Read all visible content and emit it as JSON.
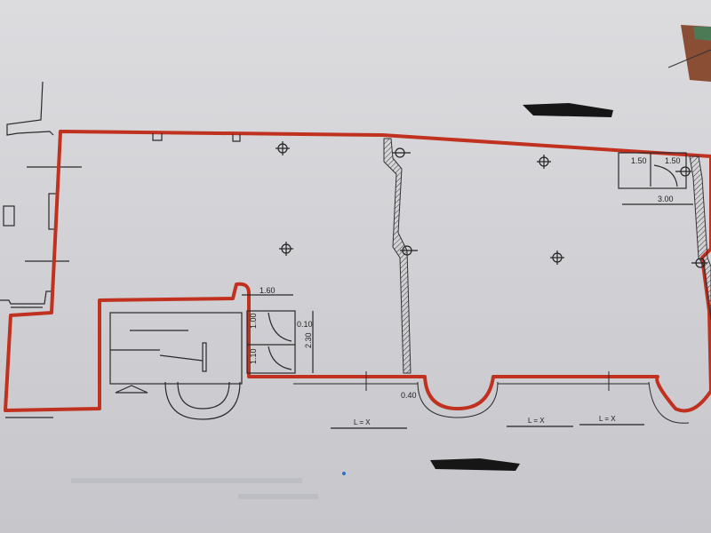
{
  "plan": {
    "title": "Floor plan with highlighted unit boundary",
    "boundary_color": "#c0311f",
    "line_color": "#2a2a2a",
    "dimensions": {
      "wc_width": "1.60",
      "wc_door_1": "1.00",
      "wc_door_2": "1.10",
      "wc_gap": "0.10",
      "wc_height": "2.30",
      "wall_thickness": "0.40",
      "right_wc_1": "1.50",
      "right_wc_2": "1.50",
      "right_span": "3.00"
    },
    "frontage_labels": [
      "L = X",
      "L = X",
      "L = X"
    ],
    "redactions": [
      "redacted-mark-top",
      "redacted-mark-bottom"
    ],
    "stamp": "revenue-stamp",
    "faint_text": [
      "illegible faint text line 1",
      "illegible faint text line 2"
    ]
  }
}
